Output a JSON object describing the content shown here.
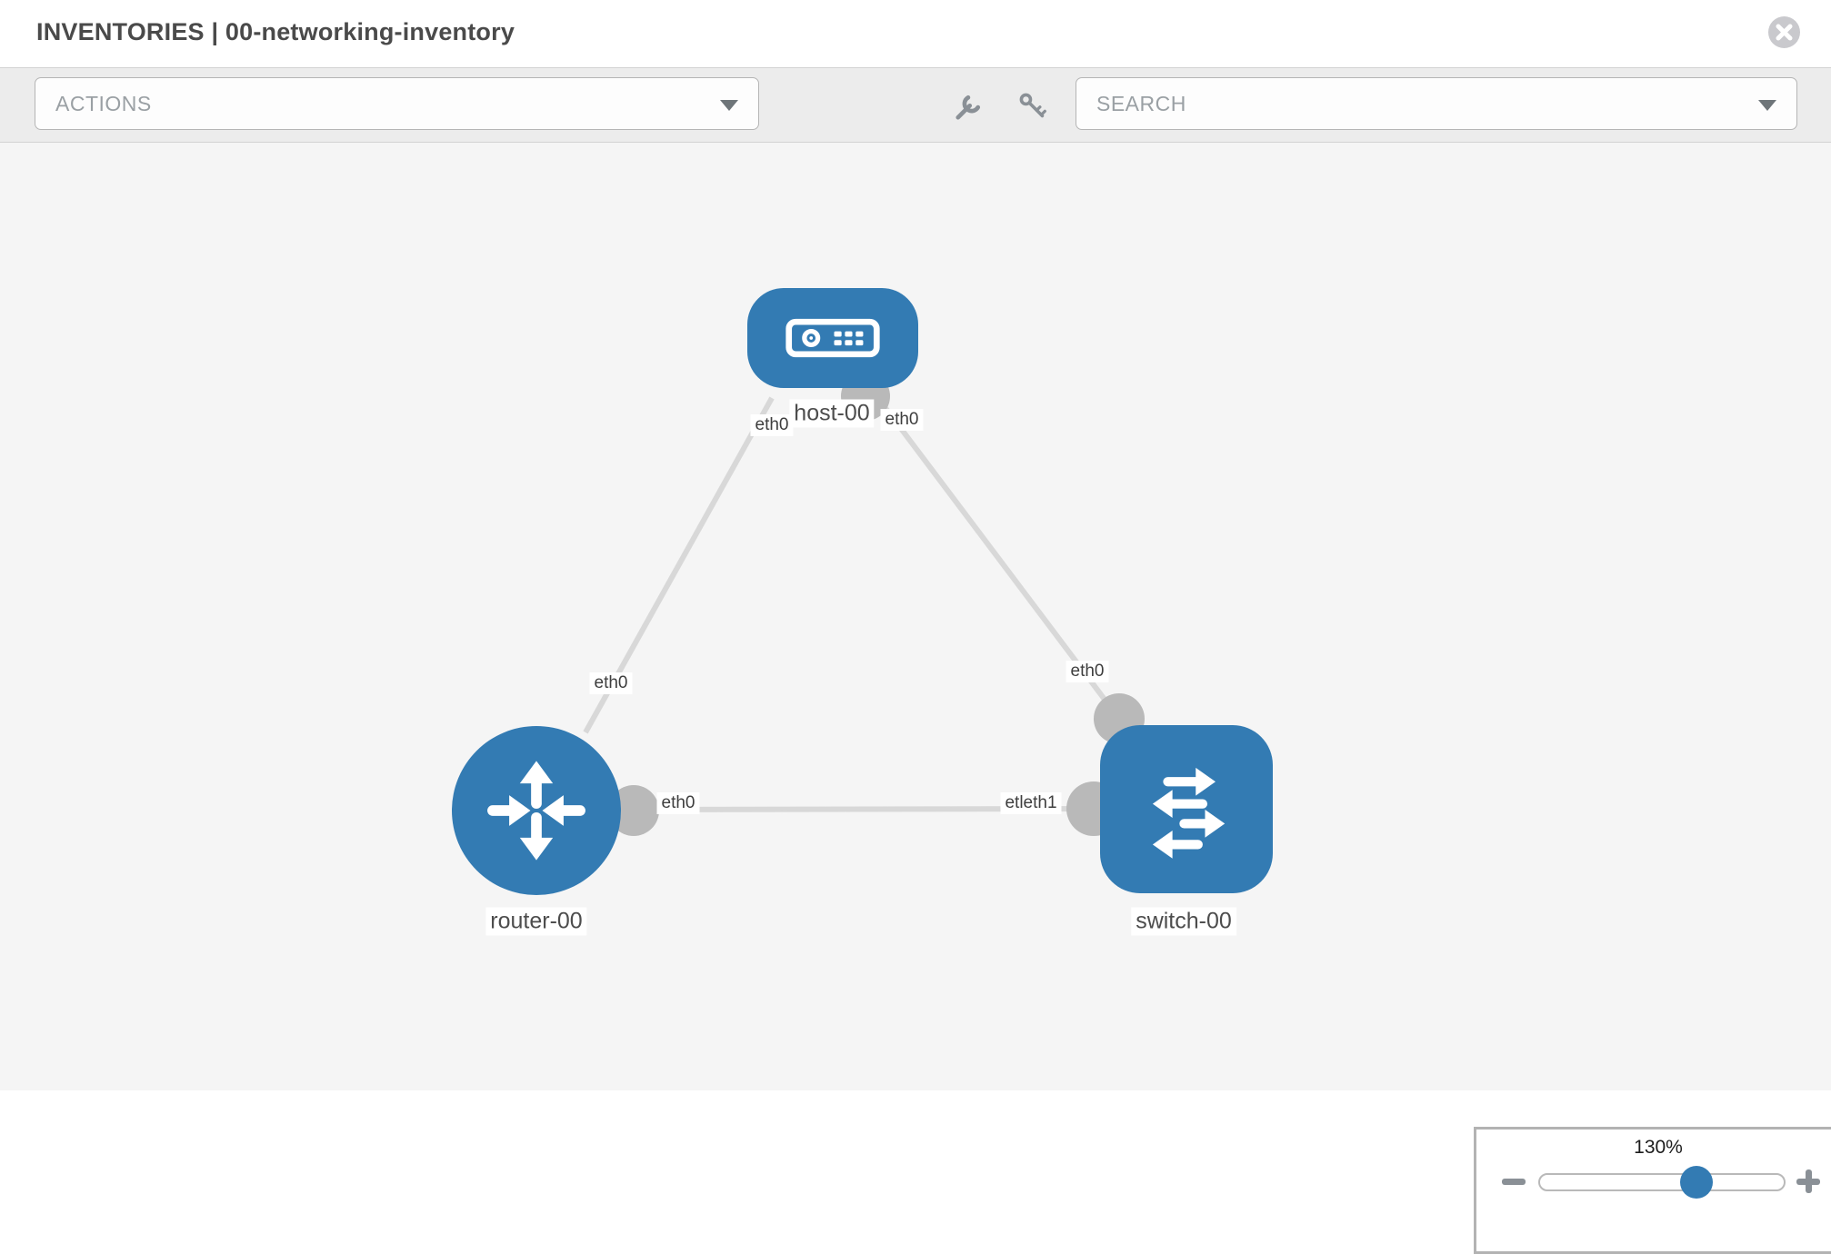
{
  "header": {
    "title": "INVENTORIES | 00-networking-inventory"
  },
  "toolbar": {
    "actions_value": "ACTIONS",
    "search_placeholder": "SEARCH",
    "icons": [
      "wrench-icon",
      "key-icon"
    ]
  },
  "diagram": {
    "nodes": [
      {
        "id": "host-00",
        "label": "host-00",
        "type": "host",
        "shape": "rounded-rect"
      },
      {
        "id": "router-00",
        "label": "router-00",
        "type": "router",
        "shape": "circle"
      },
      {
        "id": "switch-00",
        "label": "switch-00",
        "type": "switch",
        "shape": "rounded-square"
      }
    ],
    "links": [
      {
        "from": "host-00",
        "to": "router-00",
        "from_interface": "eth0",
        "to_interface": "eth0"
      },
      {
        "from": "host-00",
        "to": "switch-00",
        "from_interface": "eth0",
        "to_interface": "eth0"
      },
      {
        "from": "router-00",
        "to": "switch-00",
        "from_interface": "eth0",
        "to_interface": "etleth1"
      }
    ],
    "iface_labels": {
      "host_to_router_at_host": "eth0",
      "host_to_router_at_router": "eth0",
      "host_to_switch_at_host": "eth0",
      "host_to_switch_at_switch": "eth0",
      "router_to_switch_at_router": "eth0",
      "router_to_switch_at_switch": "etleth1"
    }
  },
  "zoom_control": {
    "level": "130%"
  },
  "colors": {
    "node_blue": "#337bb3",
    "edge_gray": "#d8d8d8",
    "port_dot_gray": "#b9b9b9",
    "canvas_bg": "#f5f5f5",
    "toolbar_bg": "#ececec",
    "icon_gray": "#8a9096"
  }
}
